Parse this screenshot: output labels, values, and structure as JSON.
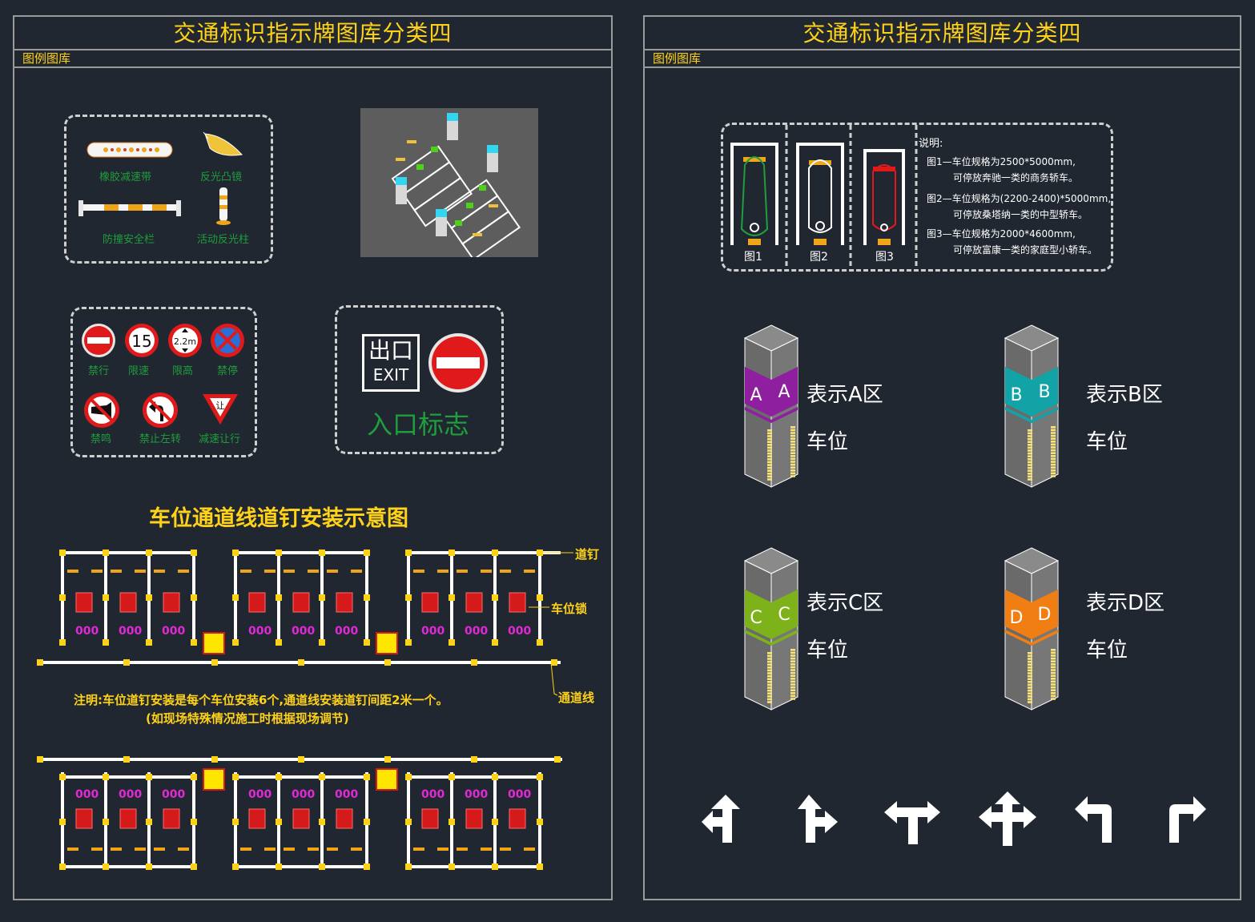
{
  "left": {
    "title": "交通标识指示牌图库分类四",
    "subtitle": "图例图库",
    "facilities": [
      "橡胶减速带",
      "反光凸镜",
      "防撞安全栏",
      "活动反光柱"
    ],
    "signs": [
      "禁行",
      "限速",
      "限高",
      "禁停",
      "禁鸣",
      "禁止左转",
      "减速让行"
    ],
    "speed_value": "15",
    "height_value": "2.2m",
    "yield_char": "让",
    "exit_cn": "出口",
    "exit_en": "EXIT",
    "entry_label": "入口标志",
    "install_title": "车位通道线道钉安装示意图",
    "callouts": [
      "道钉",
      "车位锁",
      "通道线"
    ],
    "note_line1": "注明:车位道钉安装是每个车位安装6个,通道线安装道钉间距2米一个。",
    "note_line2": "(如现场特殊情况施工时根据现场调节)"
  },
  "right": {
    "title": "交通标识指示牌图库分类四",
    "subtitle": "图例图库",
    "figure_labels": [
      "图1",
      "图2",
      "图3"
    ],
    "explain_title": "说明:",
    "explain_lines": [
      "图1—车位规格为2500*5000mm,",
      "可停放奔驰一类的商务轿车。",
      "图2—车位规格为(2200-2400)*5000mm,",
      "可停放桑塔纳一类的中型轿车。",
      "图3—车位规格为2000*4600mm,",
      "可停放富康一类的家庭型小轿车。"
    ],
    "pillars": [
      {
        "letter": "A",
        "label1": "表示A区",
        "label2": "车位",
        "color": "#8e1f9e"
      },
      {
        "letter": "B",
        "label1": "表示B区",
        "label2": "车位",
        "color": "#12a3a6"
      },
      {
        "letter": "C",
        "label1": "表示C区",
        "label2": "车位",
        "color": "#7eb21b"
      },
      {
        "letter": "D",
        "label1": "表示D区",
        "label2": "车位",
        "color": "#f07e12"
      }
    ],
    "arrows": [
      "straight-left-arrow-icon",
      "straight-right-arrow-icon",
      "left-right-arrow-icon",
      "all-direction-arrow-icon",
      "left-turn-arrow-icon",
      "right-turn-arrow-icon"
    ]
  },
  "colors": {
    "background": "#212730",
    "title": "#ffd21a",
    "caption": "#1e9e3c",
    "frame": "#9a9a9a"
  }
}
